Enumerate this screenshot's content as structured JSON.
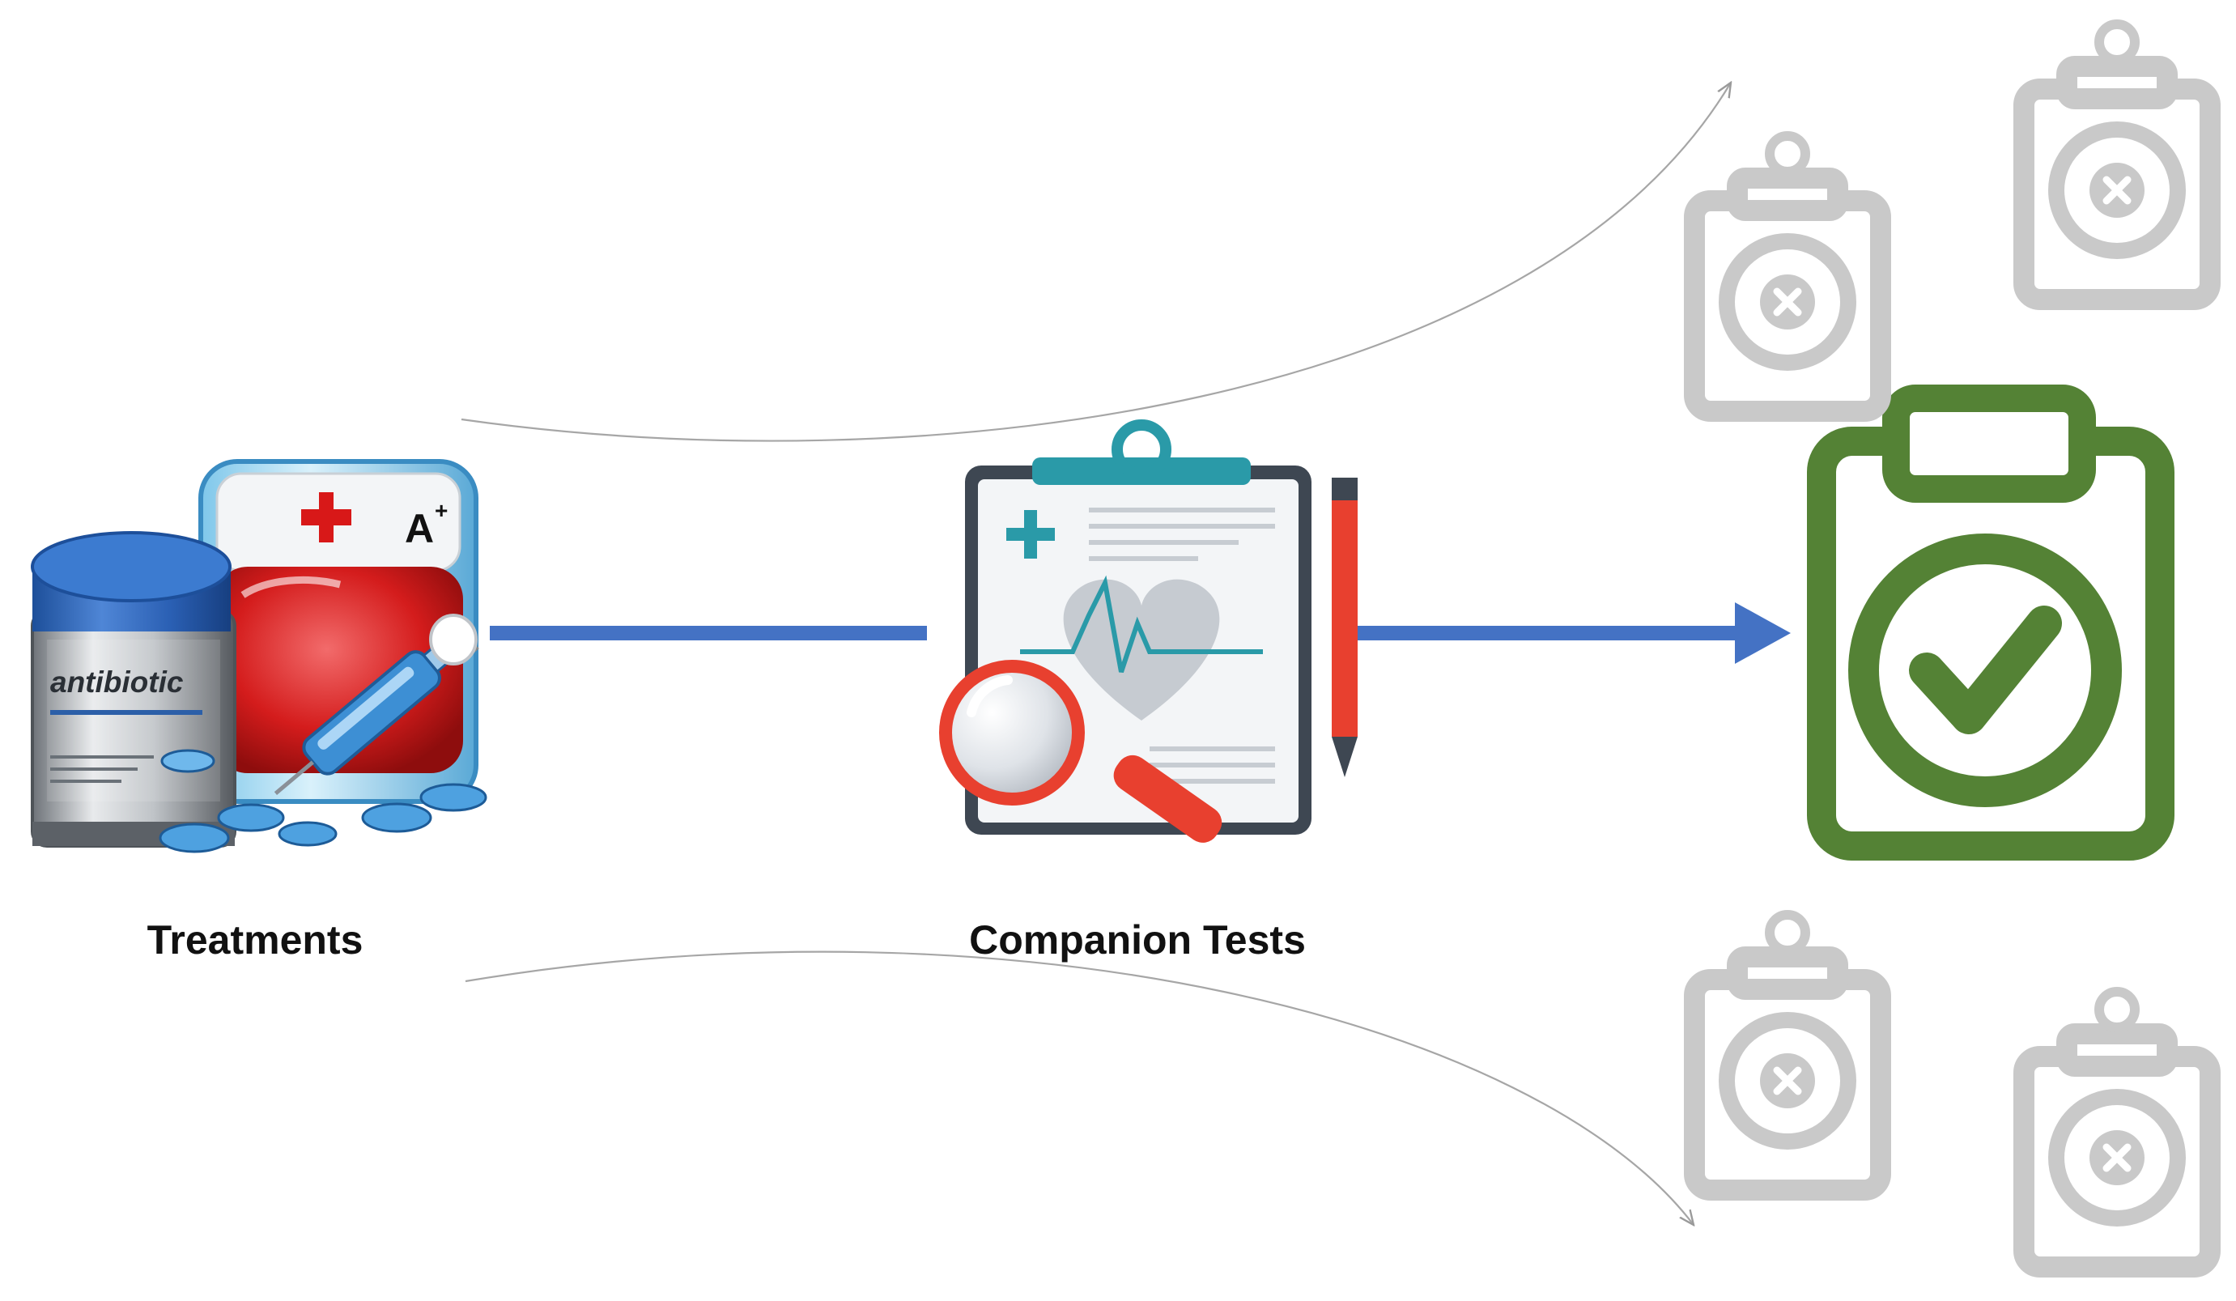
{
  "labels": {
    "treatments": "Treatments",
    "companion_tests": "Companion Tests"
  },
  "bottle_text": "antibiotic",
  "badge_text": "A",
  "badge_superscript": "+",
  "colors": {
    "arrow": "#4472c4",
    "success": "#548235",
    "rejected": "#c9c9c9",
    "curve": "#a6a6a6",
    "teal": "#2a9aa8",
    "magnifier": "#e8402f"
  },
  "icons": {
    "treatments": "medicine-bottles-icon",
    "companion_tests": "medical-clipboard-icon",
    "result": "clipboard-check-icon",
    "rejected": "clipboard-x-icon"
  }
}
